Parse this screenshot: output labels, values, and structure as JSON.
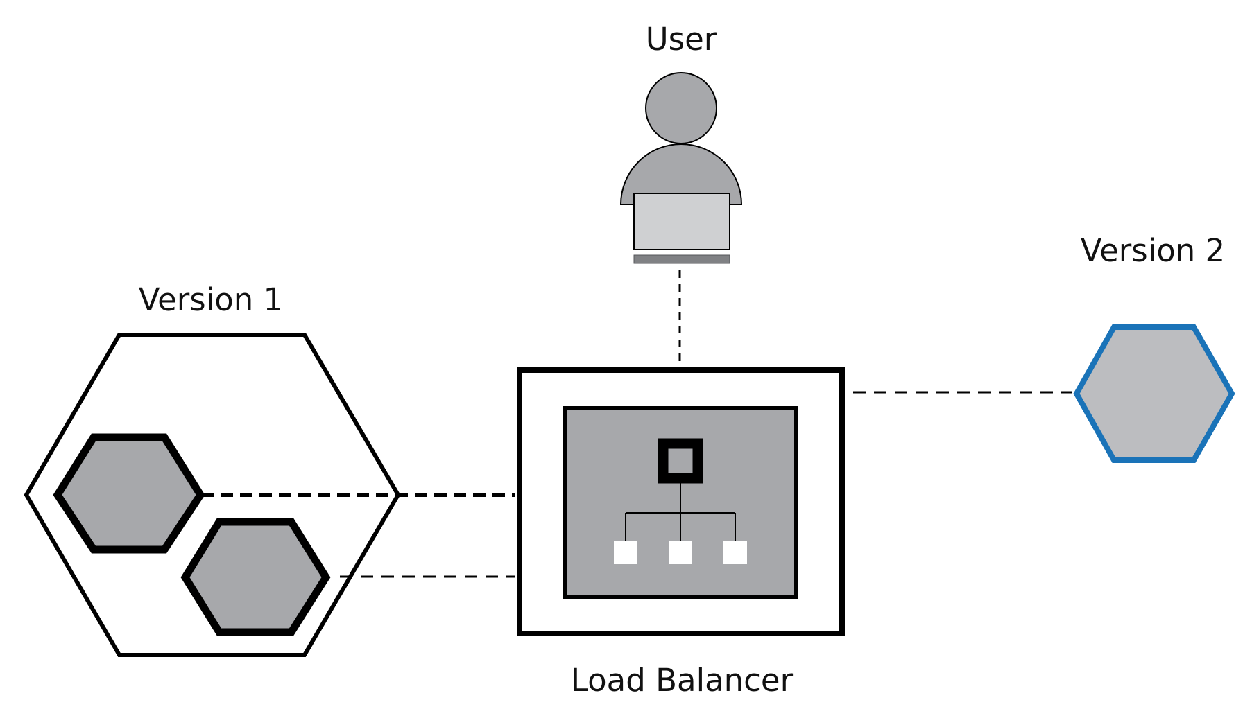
{
  "labels": {
    "user": "User",
    "version1": "Version 1",
    "version2": "Version 2",
    "load_balancer": "Load Balancer"
  },
  "colors": {
    "background": "#ffffff",
    "stroke": "#000000",
    "node_fill": "#a7a8ab",
    "light_fill": "#cfd0d2",
    "version2_stroke": "#1a73b8",
    "version2_fill": "#bcbdc0",
    "white": "#ffffff"
  },
  "icons": {
    "user": "person-with-laptop-icon",
    "load_balancer": "hierarchy-icon"
  }
}
